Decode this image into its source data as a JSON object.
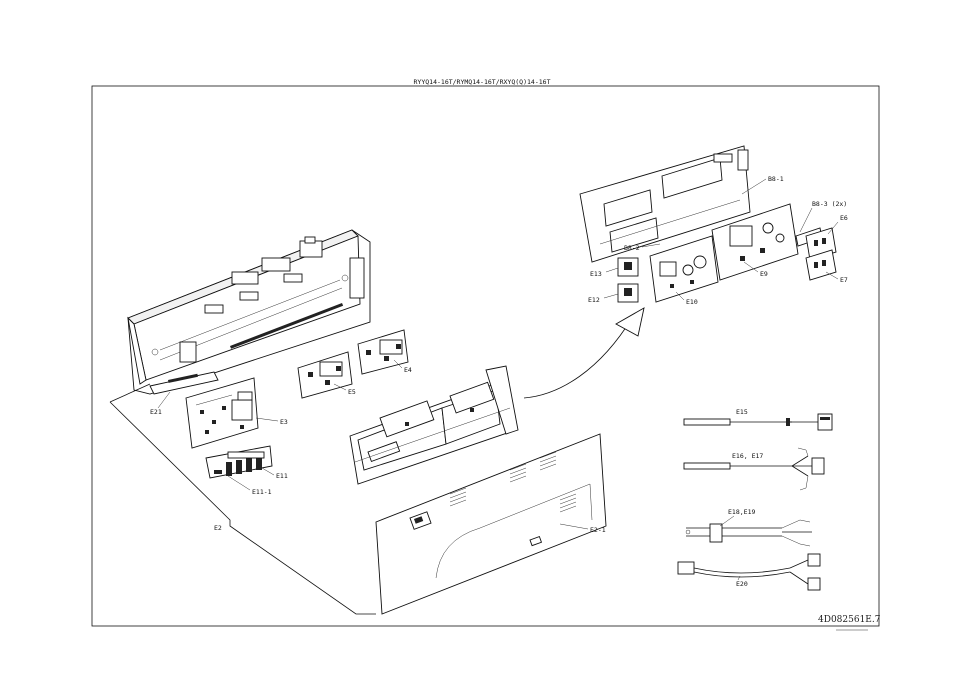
{
  "title": "RYYQ14-16T/RYMQ14-16T/RXYQ(Q)14-16T",
  "document_number": "4D082561E.7",
  "labels": {
    "b8_1": "B8-1",
    "b8_2": "B8-2",
    "b8_3": "B8-3 (2x)",
    "e2": "E2",
    "e2_1": "E2-1",
    "e3": "E3",
    "e4": "E4",
    "e5": "E5",
    "e6": "E6",
    "e7": "E7",
    "e9": "E9",
    "e10": "E10",
    "e11": "E11",
    "e11_1": "E11-1",
    "e12": "E12",
    "e13": "E13",
    "e15": "E15",
    "e16_e17": "E16, E17",
    "e18_e19": "E18,E19",
    "e20": "E20",
    "e21": "E21"
  }
}
